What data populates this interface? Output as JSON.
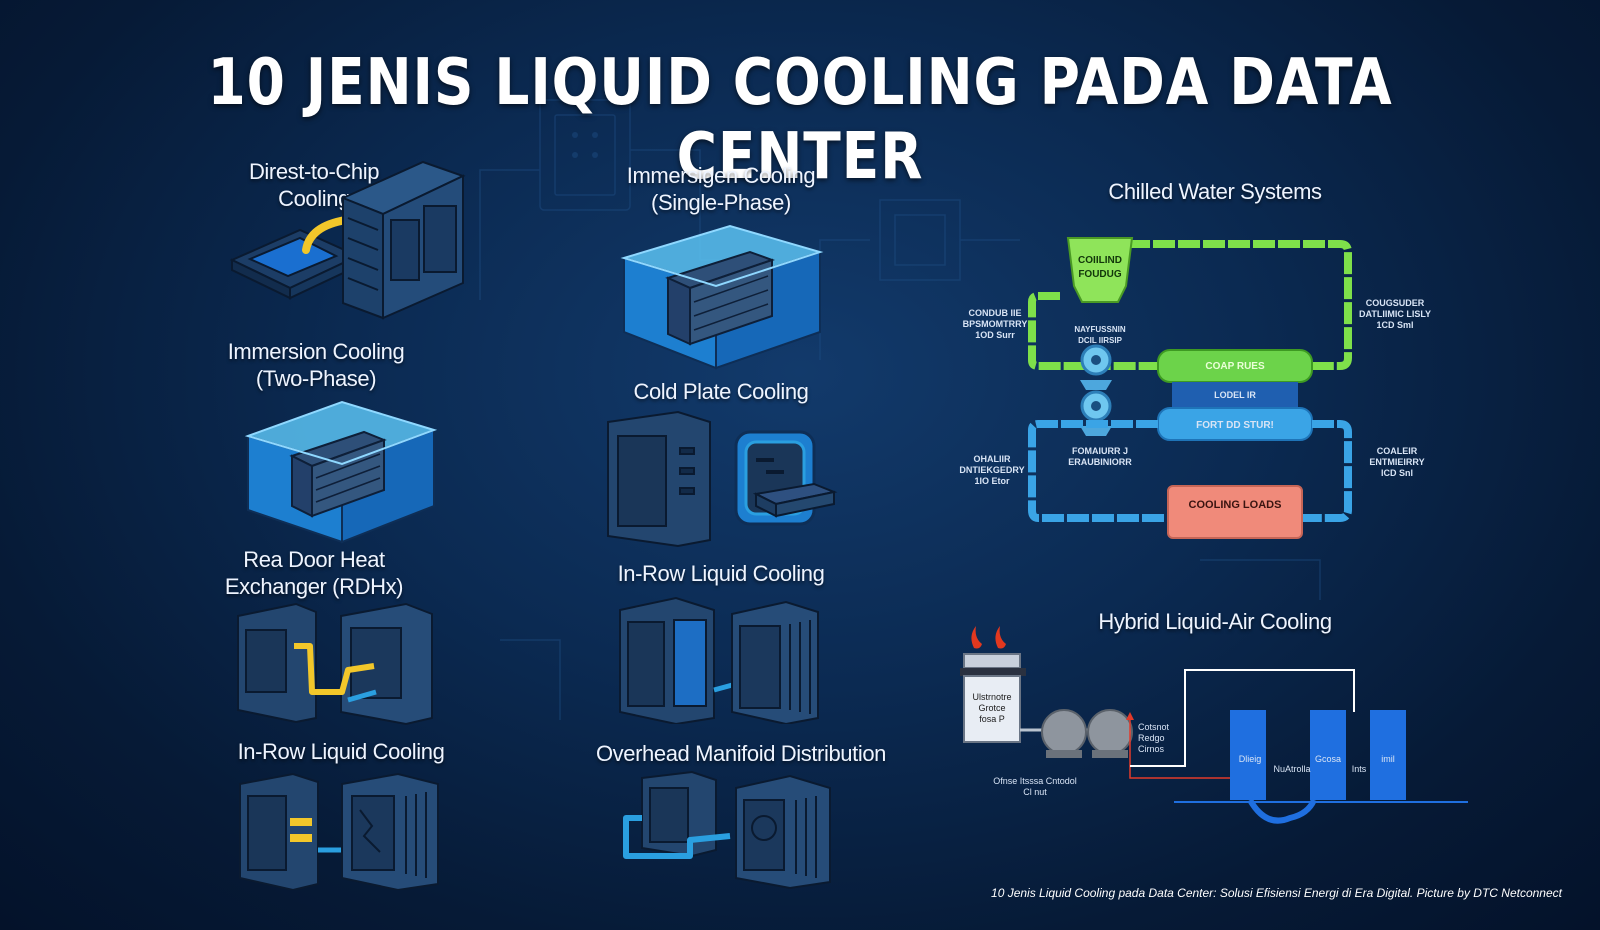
{
  "title": "10 JENIS LIQUID COOLING PADA DATA CENTER",
  "items": {
    "direct_to_chip": "Direst-to-Chip\nCooling",
    "immersion_two_phase": "Immersion Cooling\n(Two-Phase)",
    "rear_door": "Rea Door Heat\nExchanger (RDHx)",
    "in_row_left": "In-Row Liquid Cooling",
    "immersion_single": "Immersigen Cooling\n(Single-Phase)",
    "cold_plate": "Cold Plate Cooling",
    "in_row_middle": "In-Row Liquid Cooling",
    "overhead": "Overhead Manifoid Distribution",
    "chilled_water": "Chilled Water  Systems",
    "hybrid": "Hybrid Liquid-Air Cooling"
  },
  "chilled": {
    "tower": "COIILIND\nFOUDUG",
    "left_top": "CONDUB IIE\nBPSMOMTRRY\n1OD Surr",
    "right_top": "COUGSUDER\nDATLIIMIC LISLY\n1CD Sml",
    "pump_top": "NAYFUSSNIN\nDCIL IIRSIP",
    "pump_bottom": "FOMAIURR J\nERAUBINIORR",
    "left_bottom": "OHALIIR\nDNTIEKGEDRY\n1IO Etor",
    "right_bottom": "COALEIR\nENTMIEIRRY\nICD Snl",
    "green_box": "COAP RUES",
    "mid_box": "LODEL IR",
    "blue_box": "FORT DD STUR!",
    "loads": "COOLING LOADS"
  },
  "hybrid": {
    "unit": "Ulstrnotre\nGrotce\nfosa P",
    "side": "Cotsnot\nRedgo\nCirnos",
    "bottom": "Ofnse Itsssa Cntodol\nCl nut",
    "slot1": "Dlieig",
    "slot2": "NuAtrolla",
    "slot3": "Gcosa",
    "slot4": "Ints",
    "slot5": "imil"
  },
  "caption": "10 Jenis Liquid Cooling pada Data Center: Solusi Efisiensi Energi di Era Digital. Picture by DTC Netconnect",
  "colors": {
    "background": "#0b2a52",
    "accent_blue": "#2a9fe0",
    "green": "#7fe04a",
    "yellow": "#f2c72a",
    "loads": "#f08a7a"
  }
}
